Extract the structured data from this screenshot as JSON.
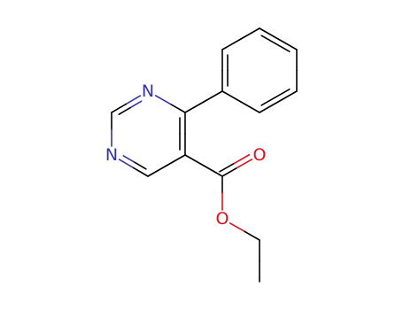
{
  "molecule": {
    "atoms": [
      {
        "id": "c_ph_top",
        "element": "C"
      },
      {
        "id": "c_ph_ur",
        "element": "C"
      },
      {
        "id": "c_ph_lr",
        "element": "C"
      },
      {
        "id": "c_ph_bot",
        "element": "C"
      },
      {
        "id": "c_ph_ll",
        "element": "C"
      },
      {
        "id": "c_ph_ul",
        "element": "C"
      },
      {
        "id": "c4",
        "element": "C"
      },
      {
        "id": "n3",
        "element": "N",
        "label": "N"
      },
      {
        "id": "c2",
        "element": "C"
      },
      {
        "id": "n1",
        "element": "N",
        "label": "N"
      },
      {
        "id": "c6",
        "element": "C"
      },
      {
        "id": "c5",
        "element": "C"
      },
      {
        "id": "c_carbonyl",
        "element": "C"
      },
      {
        "id": "o_carbonyl",
        "element": "O",
        "label": "O"
      },
      {
        "id": "o_ester",
        "element": "O",
        "label": "O"
      },
      {
        "id": "c_ch2",
        "element": "C"
      },
      {
        "id": "c_ch3",
        "element": "C"
      }
    ],
    "bonds": [
      {
        "from": "c_ph_top",
        "to": "c_ph_ur",
        "order": 2
      },
      {
        "from": "c_ph_ur",
        "to": "c_ph_lr",
        "order": 1
      },
      {
        "from": "c_ph_lr",
        "to": "c_ph_bot",
        "order": 2
      },
      {
        "from": "c_ph_bot",
        "to": "c_ph_ll",
        "order": 1
      },
      {
        "from": "c_ph_ll",
        "to": "c_ph_ul",
        "order": 2
      },
      {
        "from": "c_ph_ul",
        "to": "c_ph_top",
        "order": 1
      },
      {
        "from": "c_ph_ll",
        "to": "c4",
        "order": 1
      },
      {
        "from": "c4",
        "to": "n3",
        "order": 1
      },
      {
        "from": "n3",
        "to": "c2",
        "order": 2
      },
      {
        "from": "c2",
        "to": "n1",
        "order": 1
      },
      {
        "from": "n1",
        "to": "c6",
        "order": 2
      },
      {
        "from": "c6",
        "to": "c5",
        "order": 1
      },
      {
        "from": "c5",
        "to": "c4",
        "order": 2
      },
      {
        "from": "c5",
        "to": "c_carbonyl",
        "order": 1
      },
      {
        "from": "c_carbonyl",
        "to": "o_carbonyl",
        "order": 2
      },
      {
        "from": "c_carbonyl",
        "to": "o_ester",
        "order": 1
      },
      {
        "from": "o_ester",
        "to": "c_ch2",
        "order": 1
      },
      {
        "from": "c_ch2",
        "to": "c_ch3",
        "order": 1
      }
    ]
  },
  "colors": {
    "carbon": "#000000",
    "nitrogen": "#3333a8",
    "oxygen": "#e0101a",
    "background": "#ffffff"
  }
}
